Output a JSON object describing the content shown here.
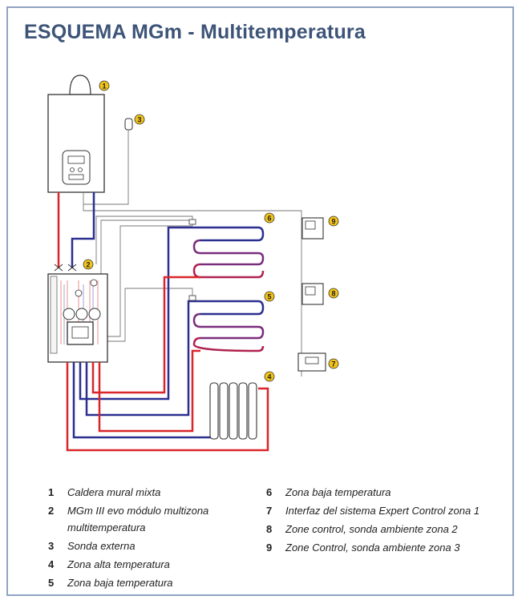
{
  "title": "ESQUEMA MGm - Multitemperatura",
  "colors": {
    "hot": "#d9262a",
    "cold": "#2b2f8f",
    "low_mid": "#8a2a6a",
    "frame": "#8fa3c2",
    "title": "#3d5478",
    "badge": "#f2c318"
  },
  "badges": [
    "1",
    "2",
    "3",
    "4",
    "5",
    "6",
    "7",
    "8",
    "9"
  ],
  "legend_left": [
    {
      "num": "1",
      "text": "Caldera mural mixta"
    },
    {
      "num": "2",
      "text": "MGm III evo módulo multizona multitemperatura"
    },
    {
      "num": "3",
      "text": "Sonda externa"
    },
    {
      "num": "4",
      "text": "Zona alta temperatura"
    },
    {
      "num": "5",
      "text": "Zona baja temperatura"
    }
  ],
  "legend_right": [
    {
      "num": "6",
      "text": "Zona baja temperatura"
    },
    {
      "num": "7",
      "text": "Interfaz del sistema Expert Control zona 1"
    },
    {
      "num": "8",
      "text": "Zone control, sonda ambiente zona 2"
    },
    {
      "num": "9",
      "text": "Zone Control, sonda ambiente zona 3"
    }
  ]
}
